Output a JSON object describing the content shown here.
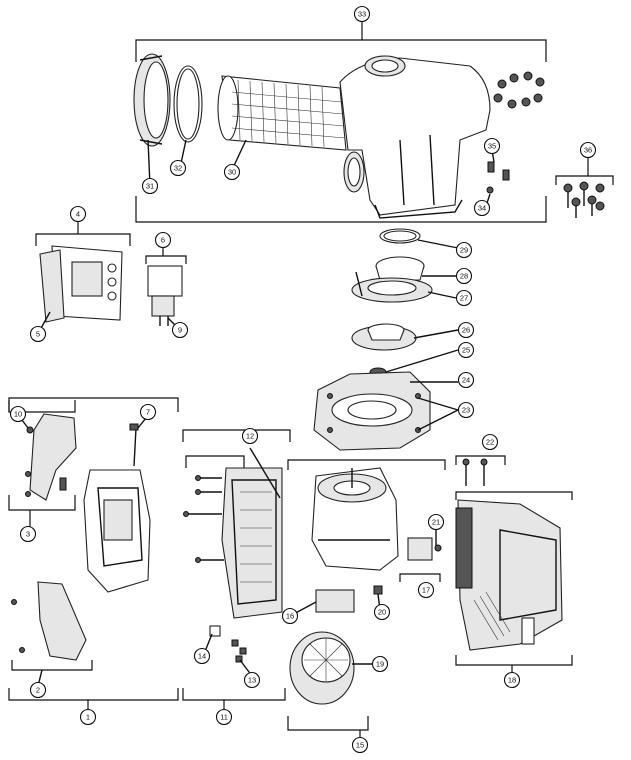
{
  "callouts": [
    {
      "id": "c33",
      "label": "33"
    },
    {
      "id": "c31",
      "label": "31"
    },
    {
      "id": "c32",
      "label": "32"
    },
    {
      "id": "c30",
      "label": "30"
    },
    {
      "id": "c35",
      "label": "35"
    },
    {
      "id": "c34",
      "label": "34"
    },
    {
      "id": "c36",
      "label": "36"
    },
    {
      "id": "c4",
      "label": "4"
    },
    {
      "id": "c5",
      "label": "5"
    },
    {
      "id": "c6",
      "label": "6"
    },
    {
      "id": "c9",
      "label": "9"
    },
    {
      "id": "c29",
      "label": "29"
    },
    {
      "id": "c28",
      "label": "28"
    },
    {
      "id": "c27",
      "label": "27"
    },
    {
      "id": "c26",
      "label": "26"
    },
    {
      "id": "c25",
      "label": "25"
    },
    {
      "id": "c24",
      "label": "24"
    },
    {
      "id": "c23",
      "label": "23"
    },
    {
      "id": "c10",
      "label": "10"
    },
    {
      "id": "c7",
      "label": "7"
    },
    {
      "id": "c3",
      "label": "3"
    },
    {
      "id": "c12",
      "label": "12"
    },
    {
      "id": "c22",
      "label": "22"
    },
    {
      "id": "c21",
      "label": "21"
    },
    {
      "id": "c17",
      "label": "17"
    },
    {
      "id": "c16",
      "label": "16"
    },
    {
      "id": "c20",
      "label": "20"
    },
    {
      "id": "c19",
      "label": "19"
    },
    {
      "id": "c18",
      "label": "18"
    },
    {
      "id": "c14",
      "label": "14"
    },
    {
      "id": "c13",
      "label": "13"
    },
    {
      "id": "c2",
      "label": "2"
    },
    {
      "id": "c1",
      "label": "1"
    },
    {
      "id": "c11",
      "label": "11"
    },
    {
      "id": "c15",
      "label": "15"
    }
  ]
}
